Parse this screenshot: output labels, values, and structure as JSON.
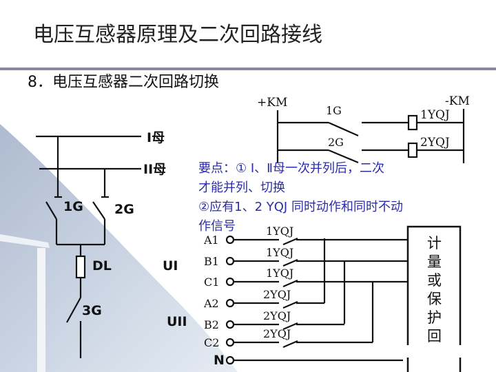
{
  "title": "电压互感器原理及二次回路接线",
  "subtitle": "8．电压互感器二次回路切换",
  "colors": {
    "divider": "#8888a8",
    "note_text": "#2c2ca8",
    "wire": "#111111",
    "photo_bg": "#c3cedd"
  },
  "primary": {
    "bus1": "I母",
    "bus2": "II母",
    "sw1": "1G",
    "sw2": "2G",
    "breaker": "DL",
    "sw3": "3G",
    "u1": "UI",
    "u2": "UII"
  },
  "control": {
    "plus": "+KM",
    "minus": "-KM",
    "row1_switch": "1G",
    "row1_relay": "1YQJ",
    "row2_switch": "2G",
    "row2_relay": "2YQJ"
  },
  "notes": [
    "要点：①  Ⅰ、Ⅱ母一次并列后，二次",
    "才能并列、切换",
    "②应有1、2 YQJ 同时动作和同时不动",
    "作信号"
  ],
  "secondary": {
    "terminals": [
      "A1",
      "B1",
      "C1",
      "A2",
      "B2",
      "C2",
      "N"
    ],
    "contacts": [
      "1YQJ",
      "1YQJ",
      "1YQJ",
      "2YQJ",
      "2YQJ",
      "2YQJ"
    ],
    "box_label": [
      "计",
      "量",
      "或",
      "保",
      "护",
      "回"
    ]
  }
}
